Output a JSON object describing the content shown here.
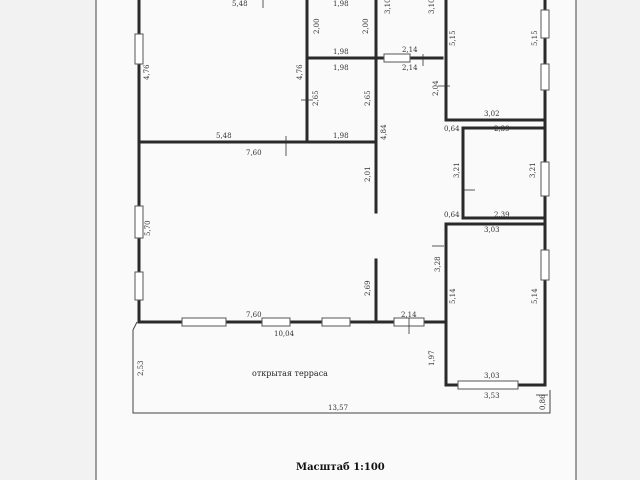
{
  "scale_label": "Масштаб 1:100",
  "terrace_label": "открытая терраса",
  "dimensions": {
    "d548_top": "5,48",
    "d198_a": "1,98",
    "d310": "3,10",
    "d310_b": "3,10",
    "d200_a": "2,00",
    "d200_b": "2,00",
    "d198_b": "1,98",
    "d214_a": "2,14",
    "d515_a": "5,15",
    "d515_b": "5,15",
    "d476_a": "4,76",
    "d476_b": "4,76",
    "d198_c": "1,98",
    "d214_b": "2,14",
    "d265_a": "2,65",
    "d265_b": "2,65",
    "d204": "2,04",
    "d302": "3,02",
    "d484": "4,84",
    "d064_a": "0,64",
    "d239_a": "2,39",
    "d548_mid": "5,48",
    "d198_d": "1,98",
    "d760_a": "7,60",
    "d201": "2,01",
    "d321_a": "3,21",
    "d321_b": "3,21",
    "d570": "5,70",
    "d064_b": "0,64",
    "d239_b": "2,39",
    "d303_a": "3,03",
    "d328": "3,28",
    "d269": "2,69",
    "d514_a": "5,14",
    "d514_b": "5,14",
    "d760_b": "7,60",
    "d214_c": "2,14",
    "d1004": "10,04",
    "d253": "2,53",
    "d197": "1,97",
    "d303_b": "3,03",
    "d353": "3,53",
    "d1357": "13,57",
    "d086": "0,86"
  }
}
